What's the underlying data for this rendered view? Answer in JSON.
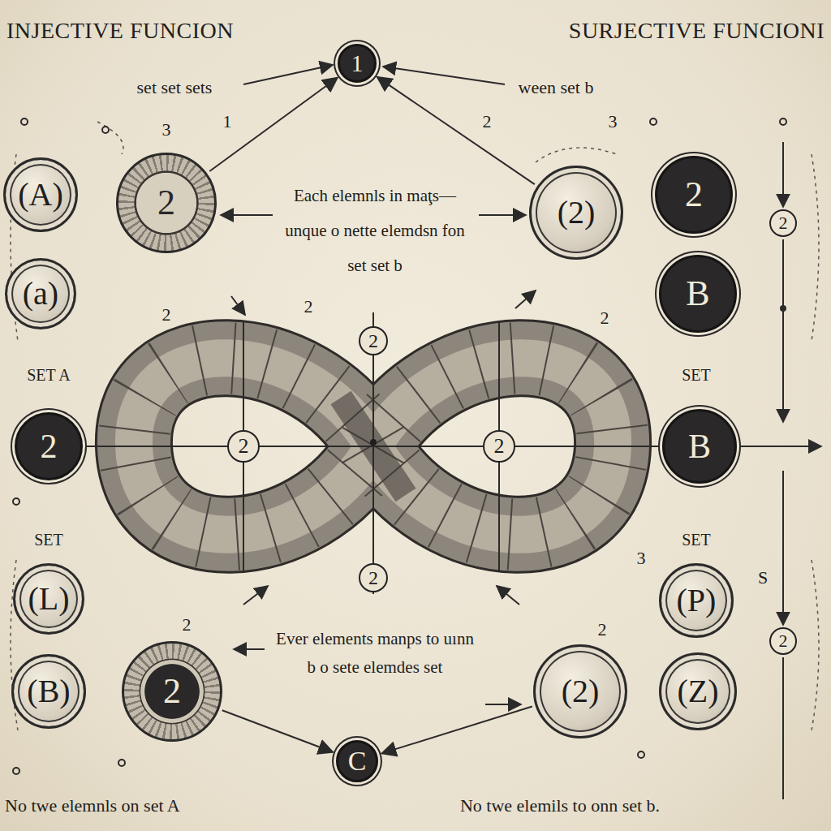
{
  "diagram": {
    "nodes": [
      {
        "text": [
          "1"
        ]
      },
      {
        "text": [
          "(A)"
        ]
      },
      {
        "text": [
          "2"
        ]
      },
      {
        "text": [
          "(2)"
        ]
      },
      {
        "text": [
          "2"
        ]
      },
      {
        "text": [
          "2"
        ]
      },
      {
        "text": [
          "(a)"
        ]
      },
      {
        "text": [
          "B"
        ]
      },
      {
        "text": [
          "2"
        ]
      },
      {
        "text": [
          "2"
        ]
      },
      {
        "text": [
          "2"
        ]
      },
      {
        "text": [
          "2"
        ]
      },
      {
        "text": [
          "B"
        ]
      },
      {
        "text": [
          "2"
        ]
      },
      {
        "text": [
          "(L)"
        ]
      },
      {
        "text": [
          "(P)"
        ]
      },
      {
        "text": [
          "2"
        ]
      },
      {
        "text": [
          "(B)"
        ]
      },
      {
        "text": [
          "2"
        ]
      },
      {
        "text": [
          "(2)"
        ]
      },
      {
        "text": [
          "(Z)"
        ]
      },
      {
        "text": [
          "C"
        ]
      }
    ],
    "edges": [
      {
        "from": 2,
        "to": 0,
        "arrow": "to"
      },
      {
        "from": 3,
        "to": 0,
        "arrow": "to"
      },
      {
        "from": 18,
        "to": 21,
        "arrow": "to"
      },
      {
        "from": 19,
        "to": 21,
        "arrow": "to"
      }
    ],
    "labels": [
      "INJECTIVE FUNCION",
      "SURJECTIVE FUNCIONI",
      "set set sets",
      "ween set b",
      "Each elemnls in maţs—unque o nette elemdsn fon set set b",
      "3",
      "1",
      "2",
      "3",
      "2",
      "2",
      "2",
      "SET A",
      "SET",
      "SET",
      "SET",
      "3",
      "2",
      "2",
      "S",
      "Ever elements manps to uınn b o sete elemdes set",
      "No twe elemnls on set A",
      "No twe elemils to onn set b."
    ]
  }
}
